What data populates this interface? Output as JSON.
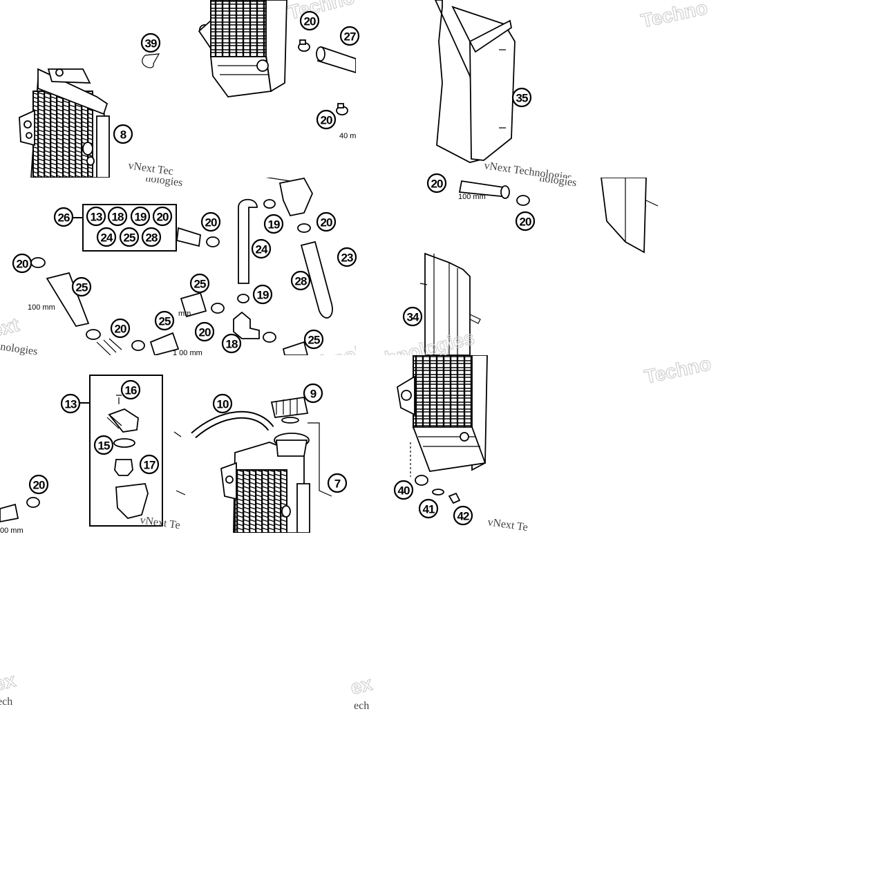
{
  "diagram": {
    "callouts": [
      {
        "id": "c39",
        "label": "39"
      },
      {
        "id": "c20a",
        "label": "20"
      },
      {
        "id": "c27",
        "label": "27"
      },
      {
        "id": "c8",
        "label": "8"
      },
      {
        "id": "c20b",
        "label": "20"
      },
      {
        "id": "c35",
        "label": "35"
      },
      {
        "id": "c20c",
        "label": "20"
      },
      {
        "id": "c20d",
        "label": "20"
      },
      {
        "id": "c26",
        "label": "26"
      },
      {
        "id": "c13a",
        "label": "13"
      },
      {
        "id": "c18a",
        "label": "18"
      },
      {
        "id": "c19a",
        "label": "19"
      },
      {
        "id": "c20e",
        "label": "20"
      },
      {
        "id": "c24a",
        "label": "24"
      },
      {
        "id": "c25a",
        "label": "25"
      },
      {
        "id": "c28a",
        "label": "28"
      },
      {
        "id": "c20f",
        "label": "20"
      },
      {
        "id": "c19b",
        "label": "19"
      },
      {
        "id": "c20g",
        "label": "20"
      },
      {
        "id": "c24b",
        "label": "24"
      },
      {
        "id": "c23",
        "label": "23"
      },
      {
        "id": "c20h",
        "label": "20"
      },
      {
        "id": "c25b",
        "label": "25"
      },
      {
        "id": "c25c",
        "label": "25"
      },
      {
        "id": "c19c",
        "label": "19"
      },
      {
        "id": "c28b",
        "label": "28"
      },
      {
        "id": "c20i",
        "label": "20"
      },
      {
        "id": "c25d",
        "label": "25"
      },
      {
        "id": "c20j",
        "label": "20"
      },
      {
        "id": "c18b",
        "label": "18"
      },
      {
        "id": "c25e",
        "label": "25"
      },
      {
        "id": "c34",
        "label": "34"
      },
      {
        "id": "c16",
        "label": "16"
      },
      {
        "id": "c13b",
        "label": "13"
      },
      {
        "id": "c10",
        "label": "10"
      },
      {
        "id": "c9",
        "label": "9"
      },
      {
        "id": "c15",
        "label": "15"
      },
      {
        "id": "c17",
        "label": "17"
      },
      {
        "id": "c20k",
        "label": "20"
      },
      {
        "id": "c7",
        "label": "7"
      },
      {
        "id": "c40",
        "label": "40"
      },
      {
        "id": "c41",
        "label": "41"
      },
      {
        "id": "c42",
        "label": "42"
      }
    ],
    "dimensions": {
      "d40": "40 m",
      "d100a": "100 mm",
      "d100b": "100 mm",
      "d100c": "1 00 mm",
      "d100d": "00 mm",
      "dmm": "mm"
    },
    "watermarks": {
      "w1": "vNext Tec",
      "w2": "vNext Technologies",
      "w3": "vNext Te",
      "w4": "Technologies",
      "w5": "Techno",
      "w6": "Techno",
      "w7": "ext",
      "w8": "hnologies",
      "w9": "ext",
      "w10": "Technologies",
      "w11": "nologies",
      "w12": "nologies",
      "w13": "ex",
      "w14": "ech",
      "w15": "ex",
      "w16": "ech"
    }
  }
}
